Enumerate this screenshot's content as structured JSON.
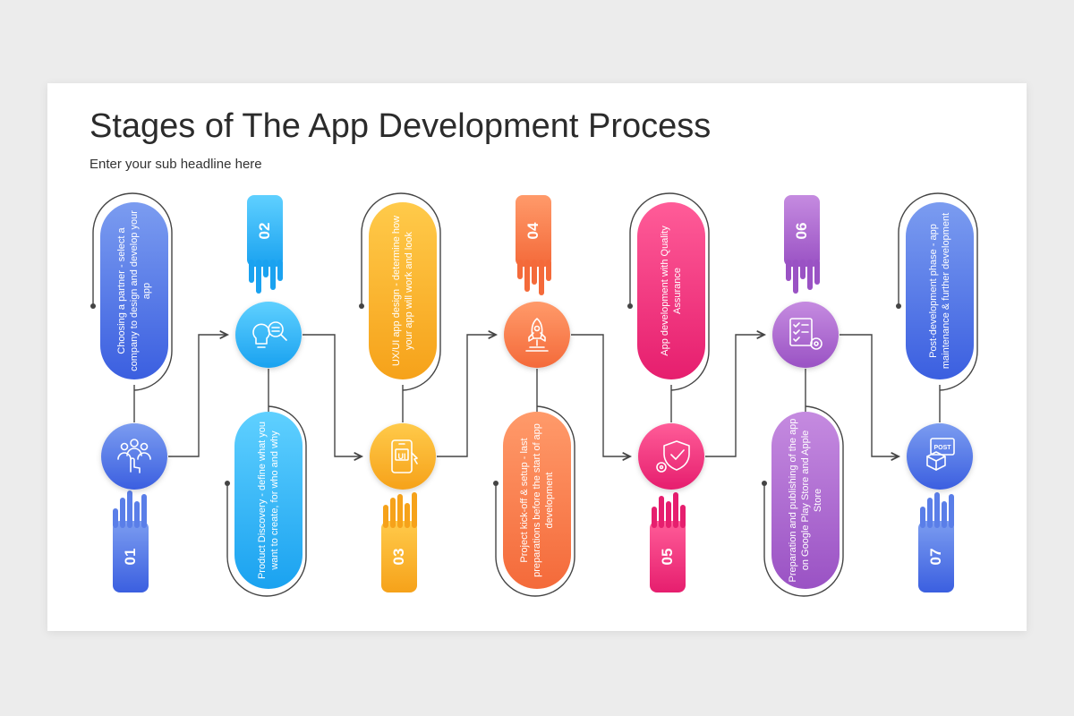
{
  "slide": {
    "title": "Stages of The App Development Process",
    "subtitle": "Enter your sub headline here"
  },
  "stages": [
    {
      "number": "01",
      "text": "Choosing a partner - select a company to design and develop your app",
      "color_top": "#7b9cf0",
      "color_bottom": "#3b5fe0",
      "icon": "team-hand-icon"
    },
    {
      "number": "02",
      "text": "Product Discovery - define what you want to create, for who and why",
      "color_top": "#5fd0ff",
      "color_bottom": "#1aa2f0",
      "icon": "idea-search-icon"
    },
    {
      "number": "03",
      "text": "UX/UI app design - determine how your app will work and look",
      "color_top": "#ffca4a",
      "color_bottom": "#f6a21a",
      "icon": "ui-phone-icon"
    },
    {
      "number": "04",
      "text": "Project kick-off & setup - last preparations before the start of app development",
      "color_top": "#ff9a6a",
      "color_bottom": "#f46a3a",
      "icon": "rocket-icon"
    },
    {
      "number": "05",
      "text": "App development with Quality Assurance",
      "color_top": "#ff5c98",
      "color_bottom": "#e61e6e",
      "icon": "shield-gear-icon"
    },
    {
      "number": "06",
      "text": "Preparation and publishing of the app on Google Play Store and Apple Store",
      "color_top": "#c58be0",
      "color_bottom": "#9a52c4",
      "icon": "checklist-gear-icon"
    },
    {
      "number": "07",
      "text": "Post-development phase - app maintenance & further development",
      "color_top": "#7b9cf0",
      "color_bottom": "#3b5fe0",
      "icon": "post-box-icon"
    }
  ],
  "icon_labels": {
    "ui": "UI",
    "post": "POST"
  }
}
